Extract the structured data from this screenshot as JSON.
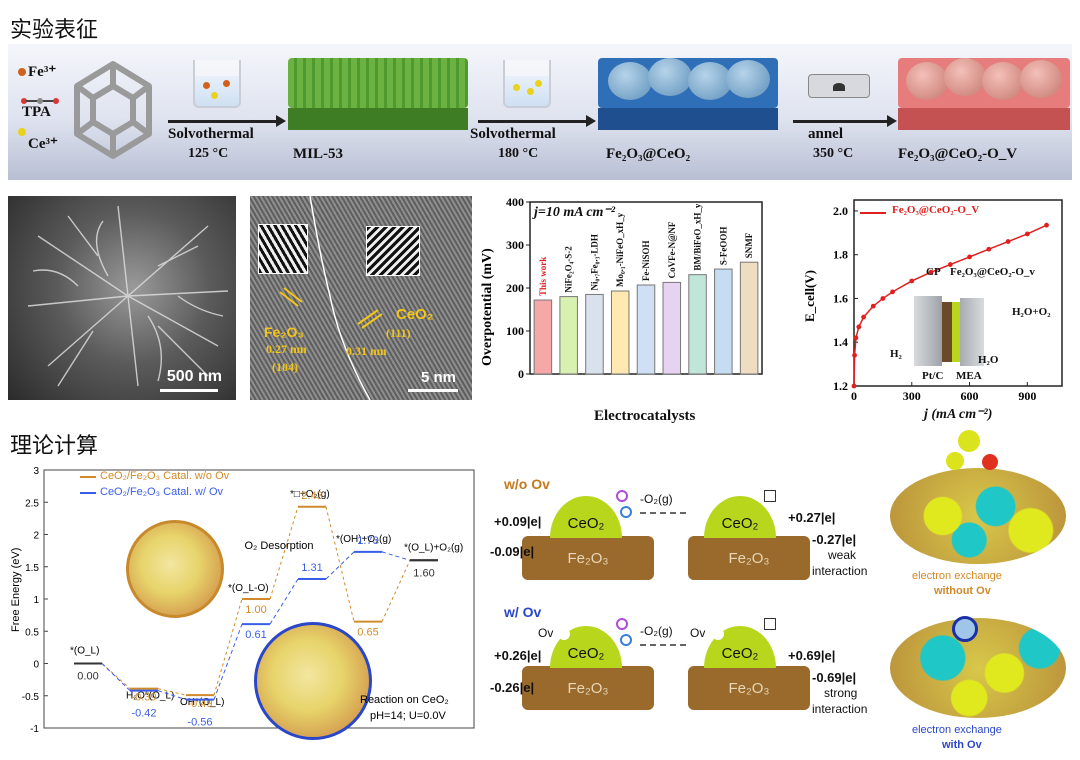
{
  "sections": {
    "experiment": "实验表征",
    "theory": "理论计算"
  },
  "synthesis": {
    "reagents": [
      "Fe³⁺",
      "TPA",
      "Ce³⁺"
    ],
    "step1": {
      "method": "Solvothermal",
      "temp": "125 °C",
      "product": "MIL-53"
    },
    "step2": {
      "method": "Solvothermal",
      "temp": "180 °C",
      "product": "Fe₂O₃@CeO₂"
    },
    "step3": {
      "method": "annel",
      "temp": "350 °C",
      "product": "Fe₂O₃@CeO₂-O_V"
    }
  },
  "sem": {
    "scale": "500 nm"
  },
  "tem": {
    "fe_label": "Fe₂O₃",
    "fe_d": "0.27 nm",
    "fe_plane": "(104)",
    "ceo_label": "CeO₂",
    "ceo_plane": "(111)",
    "ceo_d": "0.31 nm",
    "scale": "5 nm"
  },
  "bar_chart": {
    "chart_data": {
      "type": "bar",
      "annotation": "j=10 mA cm⁻²",
      "ylabel": "Overpotential (mV)",
      "xlabel": "Electrocatalysts",
      "ylim": [
        0,
        400
      ],
      "yticks": [
        "0",
        "100",
        "200",
        "300",
        "400"
      ],
      "categories": [
        "This work",
        "NiFe₂O₄-S-2",
        "Ni₀.₇Fe₀.₃-LDH",
        "Mo₀.₁-NiFeO_xH_y",
        "Fe-NiSOH",
        "CoVFe-N@NF",
        "BM/BiFeO_xH_y",
        "S-FeOOH",
        "SNMF"
      ],
      "values": [
        172,
        180,
        185,
        193,
        207,
        213,
        231,
        244,
        260
      ],
      "colors": [
        "#f6a8a8",
        "#d8f0b0",
        "#d9e1ec",
        "#ffe9b0",
        "#cfe0f5",
        "#e6d3f2",
        "#bfe6d8",
        "#c6dcf2",
        "#f0dcc0"
      ],
      "highlight_color": "#e02020"
    }
  },
  "line_chart": {
    "chart_data": {
      "type": "line",
      "series": [
        {
          "name": "Fe₂O₃@CeO₂-O_V",
          "color": "#e02020"
        }
      ],
      "x": [
        0,
        3,
        10,
        25,
        50,
        100,
        150,
        200,
        300,
        400,
        500,
        600,
        700,
        800,
        900,
        1000
      ],
      "y": [
        1.2,
        1.34,
        1.42,
        1.47,
        1.515,
        1.565,
        1.6,
        1.63,
        1.68,
        1.72,
        1.755,
        1.79,
        1.825,
        1.86,
        1.895,
        1.935
      ],
      "xlabel": "j (mA cm⁻²)",
      "ylabel": "E_cell(V)",
      "xlim": [
        0,
        1080
      ],
      "ylim": [
        1.2,
        2.05
      ],
      "xticks": [
        0,
        300,
        600,
        900
      ],
      "yticks": [
        "1.2",
        "1.4",
        "1.6",
        "1.8",
        "2.0"
      ]
    },
    "inset_labels": {
      "cp": "CP",
      "cat": "Fe₂O₃@CeO₂-O_v",
      "out": "H₂O+O₂",
      "h2": "H₂",
      "ptc": "Pt/C",
      "mea": "MEA",
      "h2o": "H₂O"
    }
  },
  "energy_diagram": {
    "chart_data": {
      "type": "line",
      "title": "",
      "ylabel": "Free Energy (eV)",
      "ylim": [
        -1,
        3
      ],
      "yticks": [
        "-1",
        "-0.5",
        "0",
        "0.5",
        "1",
        "1.5",
        "2",
        "2.5",
        "3"
      ],
      "legend": [
        "CeO₂/Fe₂O₃ Catal. w/o Ov",
        "CeO₂/Fe₂O₃ Catal. w/ Ov"
      ],
      "step_labels": [
        "*(O_L)",
        "H₂O*(O_L)",
        "OH*(O_L)",
        "*(O_L-O)",
        "*□+O₂(g)",
        "*(OH)+O₂(g)",
        "*(O_L)+O₂(g)"
      ],
      "series": [
        {
          "name": "w/o Ov",
          "color": "#d08a2a",
          "values": [
            0.0,
            -0.39,
            -0.49,
            1.0,
            2.43,
            0.65,
            1.6
          ]
        },
        {
          "name": "w/ Ov",
          "color": "#3a5ee8",
          "values": [
            0.0,
            -0.42,
            -0.56,
            0.61,
            1.31,
            1.73,
            1.6
          ]
        }
      ],
      "annotations": {
        "desorption": "O₂ Desorption",
        "reaction": "Reaction on CeO₂",
        "conditions": "pH=14; U=0.0V"
      }
    }
  },
  "schematic": {
    "wo_title": "w/o Ov",
    "w_title": "w/ Ov",
    "ceo": "CeO₂",
    "fe": "Fe₂O₃",
    "step": "-O₂(g)",
    "ov": "Ov",
    "wo": {
      "left_top": "+0.09|e|",
      "left_bot": "-0.09|e|",
      "right_top": "+0.27|e|",
      "right_bot": "-0.27|e|",
      "desc1": "weak",
      "desc2": "interaction"
    },
    "w": {
      "left_top": "+0.26|e|",
      "left_bot": "-0.26|e|",
      "right_top": "+0.69|e|",
      "right_bot": "-0.69|e|",
      "desc1": "strong",
      "desc2": "interaction"
    }
  },
  "renders": {
    "top_caption1": "electron exchange",
    "top_caption2": "without Ov",
    "bot_caption1": "electron exchange",
    "bot_caption2": "with Ov"
  }
}
